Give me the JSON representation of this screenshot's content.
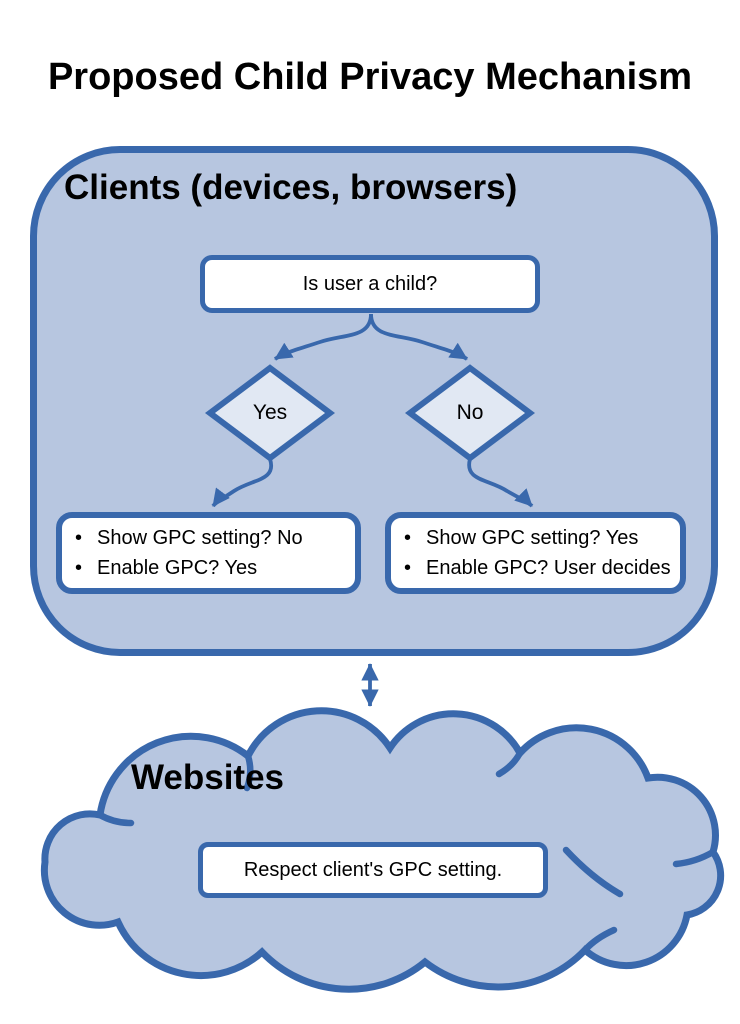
{
  "title": "Proposed Child Privacy Mechanism",
  "bullet": "•",
  "colors": {
    "container_fill": "#B7C6E0",
    "diamond_fill": "#E1E8F3",
    "outline_blue": "#3968AC",
    "box_fill": "#FFFFFF",
    "text": "#000000"
  },
  "clients": {
    "heading": "Clients (devices, browsers)",
    "question": "Is user a child?",
    "branches": [
      {
        "label": "Yes",
        "bullets": [
          "Show GPC setting? No",
          "Enable GPC? Yes"
        ]
      },
      {
        "label": "No",
        "bullets": [
          "Show GPC setting? Yes",
          "Enable GPC? User decides"
        ]
      }
    ]
  },
  "websites": {
    "heading": "Websites",
    "action": "Respect client's GPC setting."
  }
}
